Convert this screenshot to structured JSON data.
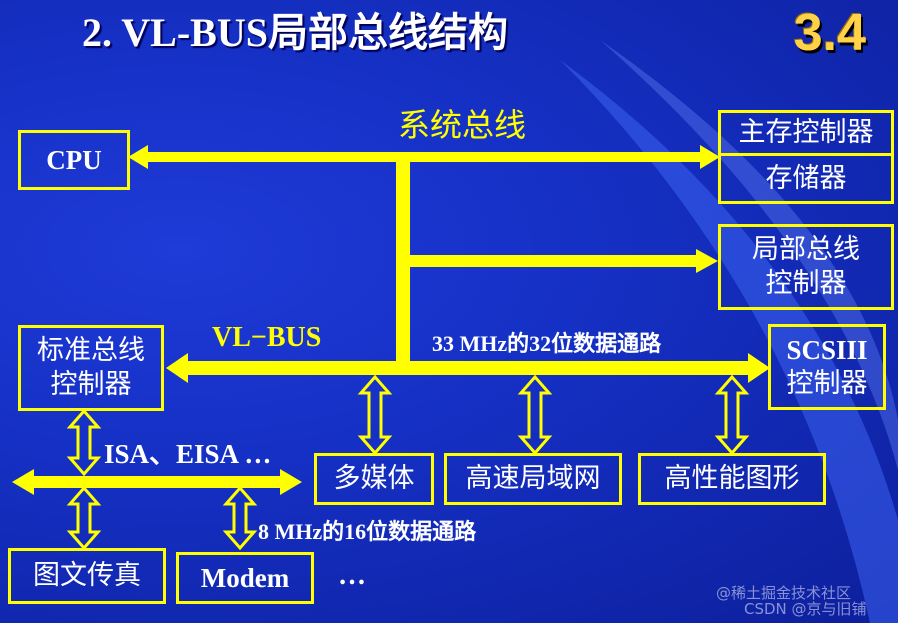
{
  "title": "2. VL-BUS局部总线结构",
  "section_number": "3.4",
  "colors": {
    "background": "#1530c4",
    "bus": "#ffff00",
    "box_border": "#ffff00",
    "text": "#ffffff",
    "accent": "#ffd24a"
  },
  "system_bus": {
    "label": "系统总线"
  },
  "vl_bus": {
    "label": "VL−BUS",
    "desc": "33 MHz的32位数据通路"
  },
  "isa_bus": {
    "label": "ISA、EISA …",
    "desc": "8 MHz的16位数据通路"
  },
  "boxes": {
    "cpu": "CPU",
    "main_memory_controller": "主存控制器",
    "memory": "存储器",
    "local_bus_controller": [
      "局部总线",
      "控制器"
    ],
    "standard_bus_controller": [
      "标准总线",
      "控制器"
    ],
    "scsi_controller": [
      "SCSIII",
      "控制器"
    ],
    "multimedia": "多媒体",
    "high_speed_lan": "高速局域网",
    "high_perf_graphics": "高性能图形",
    "fax": "图文传真",
    "modem": "Modem"
  },
  "ellipsis": "…",
  "watermarks": [
    "@稀土掘金技术社区",
    "CSDN @京与旧铺"
  ]
}
